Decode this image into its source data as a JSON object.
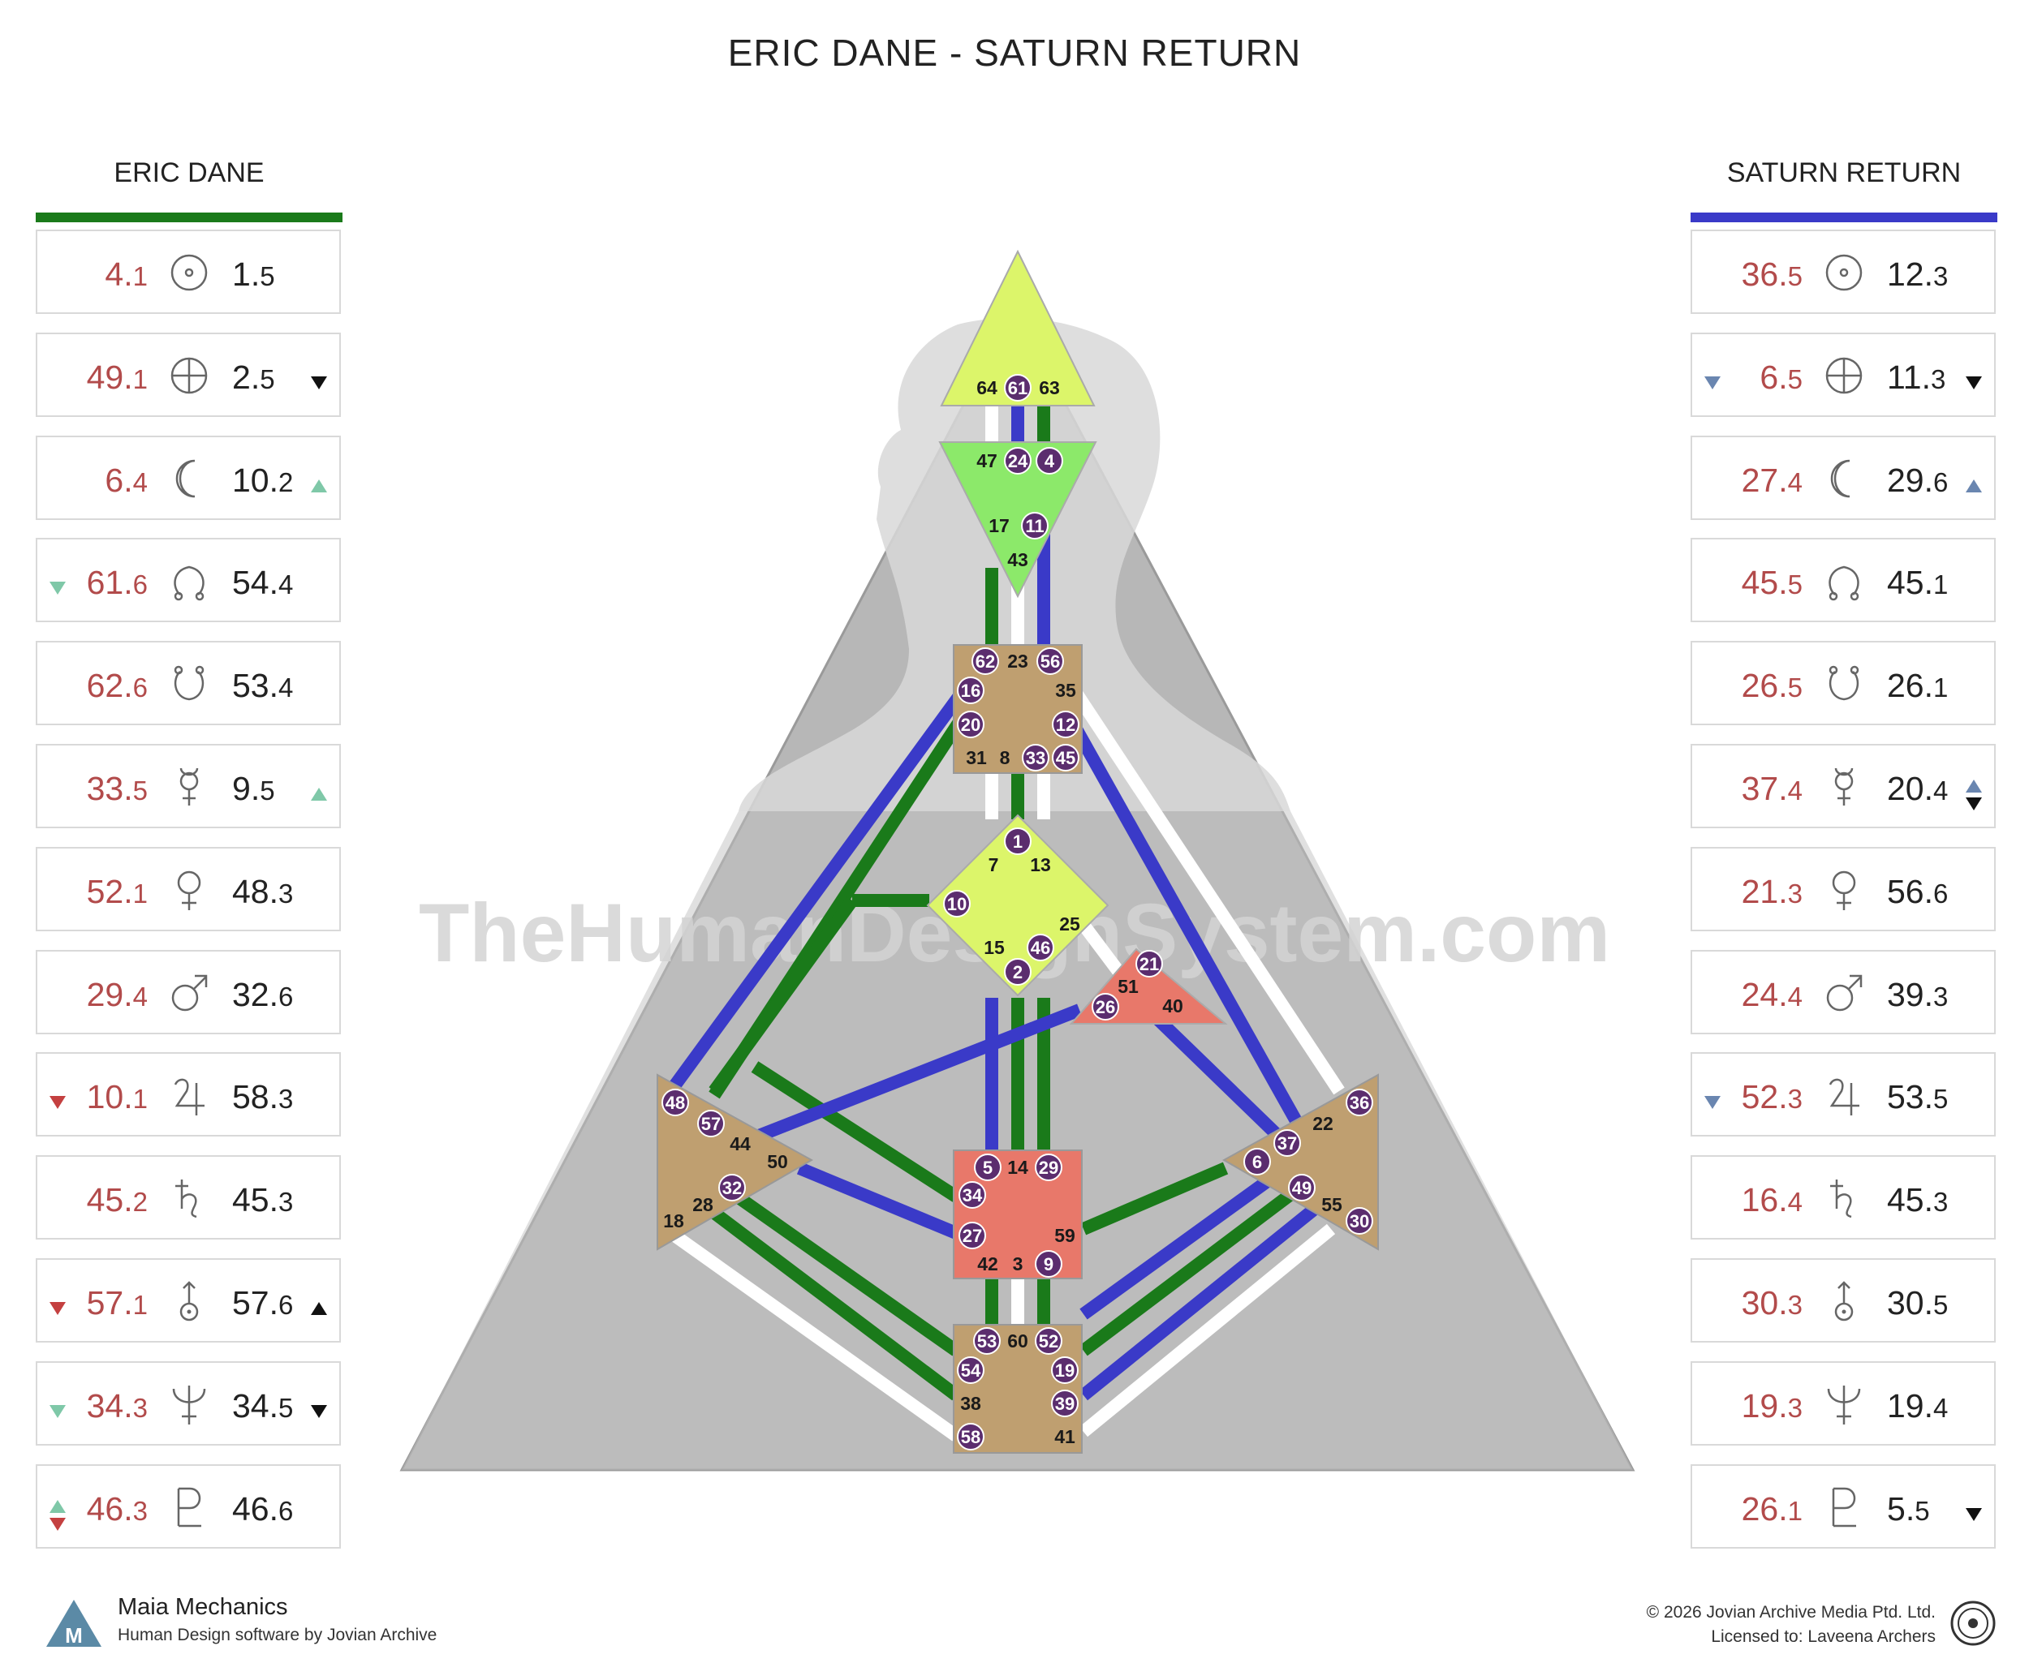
{
  "title": "ERIC DANE - SATURN RETURN",
  "watermark": "TheHumanDesignSystem.com",
  "colors": {
    "design": "#1a7a1a",
    "personality": "#3a3ac8",
    "gate_red": "#b24b4b",
    "arrow_green": "#7fc8a8",
    "arrow_red": "#c44040",
    "arrow_blue": "#6a86b0"
  },
  "left_panel": {
    "title": "ERIC DANE",
    "rows": [
      {
        "gate": "4",
        "line": "1",
        "glyph": "sun-icon",
        "value": "1",
        "vline": "5",
        "arrow_left": "",
        "arrow_right": ""
      },
      {
        "gate": "49",
        "line": "1",
        "glyph": "earth-icon",
        "value": "2",
        "vline": "5",
        "arrow_left": "",
        "arrow_right": "down-black"
      },
      {
        "gate": "6",
        "line": "4",
        "glyph": "moon-icon",
        "value": "10",
        "vline": "2",
        "arrow_left": "",
        "arrow_right": "up-green"
      },
      {
        "gate": "61",
        "line": "6",
        "glyph": "north-node-icon",
        "value": "54",
        "vline": "4",
        "arrow_left": "down-green",
        "arrow_right": ""
      },
      {
        "gate": "62",
        "line": "6",
        "glyph": "south-node-icon",
        "value": "53",
        "vline": "4",
        "arrow_left": "",
        "arrow_right": ""
      },
      {
        "gate": "33",
        "line": "5",
        "glyph": "mercury-icon",
        "value": "9",
        "vline": "5",
        "arrow_left": "",
        "arrow_right": "up-green"
      },
      {
        "gate": "52",
        "line": "1",
        "glyph": "venus-icon",
        "value": "48",
        "vline": "3",
        "arrow_left": "",
        "arrow_right": ""
      },
      {
        "gate": "29",
        "line": "4",
        "glyph": "mars-icon",
        "value": "32",
        "vline": "6",
        "arrow_left": "",
        "arrow_right": ""
      },
      {
        "gate": "10",
        "line": "1",
        "glyph": "jupiter-icon",
        "value": "58",
        "vline": "3",
        "arrow_left": "down-red",
        "arrow_right": ""
      },
      {
        "gate": "45",
        "line": "2",
        "glyph": "saturn-icon",
        "value": "45",
        "vline": "3",
        "arrow_left": "",
        "arrow_right": ""
      },
      {
        "gate": "57",
        "line": "1",
        "glyph": "uranus-icon",
        "value": "57",
        "vline": "6",
        "arrow_left": "down-red",
        "arrow_right": "up-black"
      },
      {
        "gate": "34",
        "line": "3",
        "glyph": "neptune-icon",
        "value": "34",
        "vline": "5",
        "arrow_left": "down-green",
        "arrow_right": "down-black"
      },
      {
        "gate": "46",
        "line": "3",
        "glyph": "pluto-icon",
        "value": "46",
        "vline": "6",
        "arrow_left": "updown-green-red",
        "arrow_right": ""
      }
    ]
  },
  "right_panel": {
    "title": "SATURN RETURN",
    "rows": [
      {
        "gate": "36",
        "line": "5",
        "glyph": "sun-icon",
        "value": "12",
        "vline": "3",
        "arrow_left": "",
        "arrow_right": ""
      },
      {
        "gate": "6",
        "line": "5",
        "glyph": "earth-icon",
        "value": "11",
        "vline": "3",
        "arrow_left": "down-blue",
        "arrow_right": "down-black"
      },
      {
        "gate": "27",
        "line": "4",
        "glyph": "moon-icon",
        "value": "29",
        "vline": "6",
        "arrow_left": "",
        "arrow_right": "up-blue"
      },
      {
        "gate": "45",
        "line": "5",
        "glyph": "north-node-icon",
        "value": "45",
        "vline": "1",
        "arrow_left": "",
        "arrow_right": ""
      },
      {
        "gate": "26",
        "line": "5",
        "glyph": "south-node-icon",
        "value": "26",
        "vline": "1",
        "arrow_left": "",
        "arrow_right": ""
      },
      {
        "gate": "37",
        "line": "4",
        "glyph": "mercury-icon",
        "value": "20",
        "vline": "4",
        "arrow_left": "",
        "arrow_right": "updown-blue-black"
      },
      {
        "gate": "21",
        "line": "3",
        "glyph": "venus-icon",
        "value": "56",
        "vline": "6",
        "arrow_left": "",
        "arrow_right": ""
      },
      {
        "gate": "24",
        "line": "4",
        "glyph": "mars-icon",
        "value": "39",
        "vline": "3",
        "arrow_left": "",
        "arrow_right": ""
      },
      {
        "gate": "52",
        "line": "3",
        "glyph": "jupiter-icon",
        "value": "53",
        "vline": "5",
        "arrow_left": "down-blue",
        "arrow_right": ""
      },
      {
        "gate": "16",
        "line": "4",
        "glyph": "saturn-icon",
        "value": "45",
        "vline": "3",
        "arrow_left": "",
        "arrow_right": ""
      },
      {
        "gate": "30",
        "line": "3",
        "glyph": "uranus-icon",
        "value": "30",
        "vline": "5",
        "arrow_left": "",
        "arrow_right": ""
      },
      {
        "gate": "19",
        "line": "3",
        "glyph": "neptune-icon",
        "value": "19",
        "vline": "4",
        "arrow_left": "",
        "arrow_right": ""
      },
      {
        "gate": "26",
        "line": "1",
        "glyph": "pluto-icon",
        "value": "5",
        "vline": "5",
        "arrow_left": "",
        "arrow_right": "down-black"
      }
    ]
  },
  "bodygraph": {
    "head": {
      "plain": [
        "64",
        "63"
      ],
      "active": [
        "61"
      ]
    },
    "ajna": {
      "plain": [
        "47",
        "17",
        "43"
      ],
      "active": [
        "24",
        "4",
        "11"
      ]
    },
    "throat": {
      "plain": [
        "23",
        "35",
        "31",
        "8"
      ],
      "active": [
        "62",
        "56",
        "16",
        "20",
        "12",
        "33",
        "45"
      ]
    },
    "g": {
      "plain": [
        "7",
        "13",
        "25",
        "15"
      ],
      "active": [
        "1",
        "10",
        "46",
        "2"
      ]
    },
    "ego": {
      "plain": [
        "51",
        "40"
      ],
      "active": [
        "21",
        "26"
      ]
    },
    "spleen": {
      "plain": [
        "44",
        "50",
        "28",
        "18"
      ],
      "active": [
        "48",
        "57",
        "32"
      ]
    },
    "solar": {
      "plain": [
        "22",
        "55"
      ],
      "active": [
        "36",
        "37",
        "6",
        "49",
        "30"
      ]
    },
    "sacral": {
      "plain": [
        "14",
        "59",
        "42",
        "3"
      ],
      "active": [
        "5",
        "29",
        "34",
        "27",
        "9"
      ]
    },
    "root": {
      "plain": [
        "60",
        "38",
        "41"
      ],
      "active": [
        "53",
        "52",
        "54",
        "19",
        "39",
        "58"
      ]
    }
  },
  "footer": {
    "brand": "Maia Mechanics",
    "sub": "Human Design software by Jovian Archive",
    "copyright": "© 2026 Jovian Archive Media Ptd. Ltd.",
    "license": "Licensed to: Laveena Archers"
  }
}
